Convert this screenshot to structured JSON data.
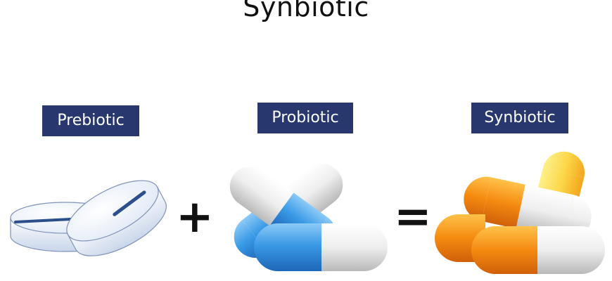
{
  "title": "Synbiotic",
  "labels": {
    "prebiotic": "Prebiotic",
    "probiotic": "Probiotic",
    "synbiotic": "Synbiotic"
  },
  "operators": {
    "plus": "+",
    "equals": "="
  },
  "colors": {
    "label_bg": "#28376d",
    "tablet": "#eef3fb",
    "capsule_blue": "#3a9ae6",
    "capsule_white": "#f2f2f2",
    "capsule_orange": "#f58a10",
    "capsule_yellow": "#fcd84a"
  }
}
